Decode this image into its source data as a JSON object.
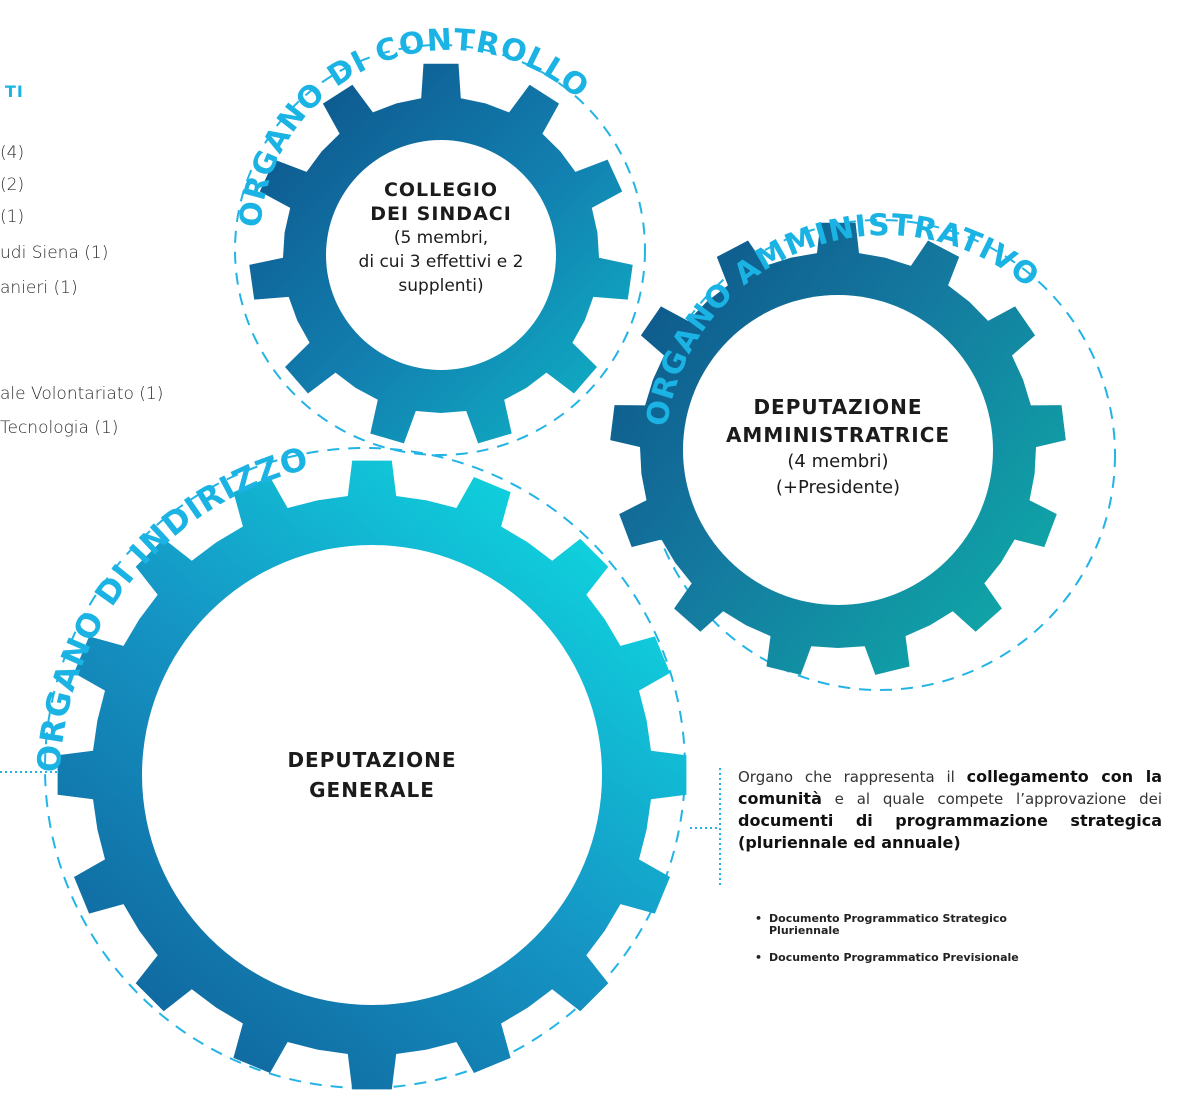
{
  "left_list": {
    "title": "TI",
    "items": [
      "(4)",
      "(2)",
      "(1)",
      "udi Siena (1)",
      "anieri  (1)",
      "ale Volontariato (1)",
      "Tecnologia (1)"
    ]
  },
  "arc_labels": {
    "controllo": "ORGANO DI CONTROLLO",
    "amministrativo": "ORGANO AMMINISTRATIVO",
    "indirizzo": "ORGANO DI INDIRIZZO"
  },
  "gears": {
    "sindaci": {
      "title_1": "COLLEGIO",
      "title_2": "DEI SINDACI",
      "sub_1": "(5 membri,",
      "sub_2": "di cui 3 effettivi e 2",
      "sub_3": "supplenti)"
    },
    "amministratrice": {
      "title_1": "DEPUTAZIONE",
      "title_2": "AMMINISTRATRICE",
      "sub_1": "(4 membri)",
      "sub_2": "(+Presidente)"
    },
    "generale": {
      "title_1": "DEPUTAZIONE",
      "title_2": "GENERALE"
    }
  },
  "description": {
    "p1": "Organo che rappresenta il ",
    "b1": "collegamento con la comunità",
    "p2": " e al quale compete l’approvazione dei ",
    "b2": "documenti di programmazione strategica (pluriennale ed annuale)"
  },
  "bullets": [
    "Documento Programmatico Strategico Pluriennale",
    "Documento Programmatico Previsionale"
  ],
  "colors": {
    "gear_dark": "#0f5f8f",
    "gear_mid": "#1486b8",
    "gear_light": "#11c7dc",
    "dash": "#23b4e6",
    "arc_text": "#1ab3e3"
  }
}
